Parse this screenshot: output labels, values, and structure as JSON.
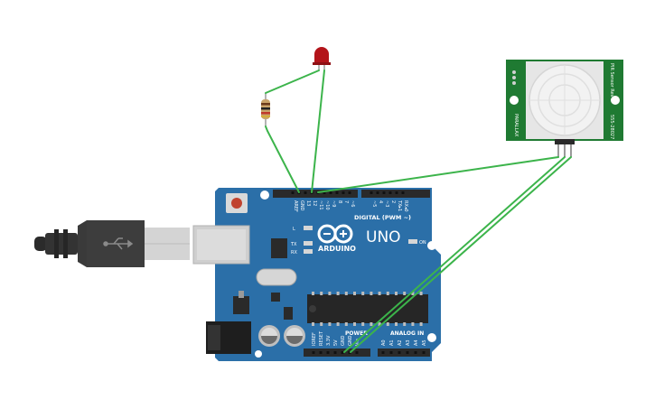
{
  "arduino": {
    "brand": "ARDUINO",
    "model": "UNO",
    "digital_header_label": "DIGITAL (PWM ~)",
    "power_header_label": "POWER",
    "analog_header_label": "ANALOG IN",
    "on_label": "ON",
    "led_labels": [
      "L",
      "TX",
      "RX"
    ],
    "digital_pin_labels": [
      "AREF",
      "GND",
      "13",
      "12",
      "~11",
      "~10",
      "~9",
      "8",
      "7",
      "~6",
      "~5",
      "4",
      "~3",
      "2",
      "TX▸1",
      "RX◂0"
    ],
    "power_pin_labels": [
      "IOREF",
      "RESET",
      "3.3V",
      "5V",
      "GND",
      "GND",
      "Vin"
    ],
    "analog_pin_labels": [
      "A0",
      "A1",
      "A2",
      "A3",
      "A4",
      "A5"
    ]
  },
  "pir_sensor": {
    "label_right": "555-28027",
    "label_left": "PARALLAX",
    "label_top": "PIR Sensor Rev B"
  },
  "colors": {
    "board": "#2b6fa8",
    "board_dark": "#1f5a8c",
    "wire": "#3cb44b",
    "pir_pcb": "#1f7a32",
    "led": "#c0151a",
    "header": "#2a2a2a"
  }
}
